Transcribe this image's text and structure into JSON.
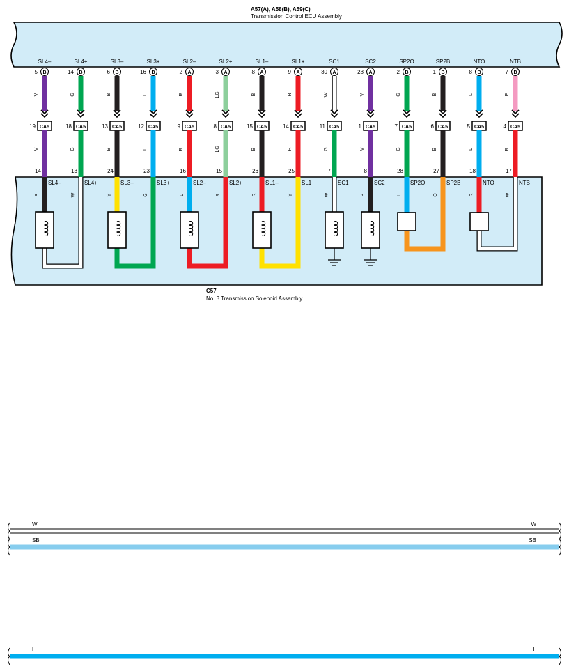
{
  "ecu": {
    "connectors": "A57(A), A58(B), A59(C)",
    "name": "Transmission Control ECU Assembly"
  },
  "solenoid": {
    "code": "C57",
    "name": "No.  3 Transmission Solenoid Assembly"
  },
  "junction_label": "CA5",
  "colors": {
    "V": "#7030a0",
    "G": "#00a651",
    "B": "#231f20",
    "L": "#00aeef",
    "R": "#ed1c24",
    "LG": "#8dcf9c",
    "W": "#ffffff",
    "P": "#f49ac1",
    "Y": "#ffe100",
    "O": "#f7941d",
    "SB": "#87cdee",
    "panel": "#d2ecf8"
  },
  "columns": [
    {
      "signal": "SL4-",
      "ecu_pin": "5",
      "ecu_conn": "B",
      "wire_top": "V",
      "ca5_pin": "19",
      "wire_mid": "V",
      "sol_pin": "14",
      "sol_label": "SL4-",
      "wire_low": "B"
    },
    {
      "signal": "SL4+",
      "ecu_pin": "14",
      "ecu_conn": "B",
      "wire_top": "G",
      "ca5_pin": "18",
      "wire_mid": "G",
      "sol_pin": "13",
      "sol_label": "SL4+",
      "wire_low": "W"
    },
    {
      "signal": "SL3-",
      "ecu_pin": "6",
      "ecu_conn": "B",
      "wire_top": "B",
      "ca5_pin": "13",
      "wire_mid": "B",
      "sol_pin": "24",
      "sol_label": "SL3-",
      "wire_low": "Y"
    },
    {
      "signal": "SL3+",
      "ecu_pin": "16",
      "ecu_conn": "B",
      "wire_top": "L",
      "ca5_pin": "12",
      "wire_mid": "L",
      "sol_pin": "23",
      "sol_label": "SL3+",
      "wire_low": "G"
    },
    {
      "signal": "SL2-",
      "ecu_pin": "2",
      "ecu_conn": "A",
      "wire_top": "R",
      "ca5_pin": "9",
      "wire_mid": "R",
      "sol_pin": "16",
      "sol_label": "SL2-",
      "wire_low": "L"
    },
    {
      "signal": "SL2+",
      "ecu_pin": "3",
      "ecu_conn": "A",
      "wire_top": "LG",
      "ca5_pin": "8",
      "wire_mid": "LG",
      "sol_pin": "15",
      "sol_label": "SL2+",
      "wire_low": "R"
    },
    {
      "signal": "SL1-",
      "ecu_pin": "8",
      "ecu_conn": "A",
      "wire_top": "B",
      "ca5_pin": "15",
      "wire_mid": "B",
      "sol_pin": "26",
      "sol_label": "SL1-",
      "wire_low": "R"
    },
    {
      "signal": "SL1+",
      "ecu_pin": "9",
      "ecu_conn": "A",
      "wire_top": "R",
      "ca5_pin": "14",
      "wire_mid": "R",
      "sol_pin": "25",
      "sol_label": "SL1+",
      "wire_low": "Y"
    },
    {
      "signal": "SC1",
      "ecu_pin": "30",
      "ecu_conn": "A",
      "wire_top": "W",
      "ca5_pin": "11",
      "wire_mid": "G",
      "sol_pin": "7",
      "sol_label": "SC1",
      "wire_low": "W"
    },
    {
      "signal": "SC2",
      "ecu_pin": "28",
      "ecu_conn": "A",
      "wire_top": "V",
      "ca5_pin": "1",
      "wire_mid": "V",
      "sol_pin": "8",
      "sol_label": "SC2",
      "wire_low": "B"
    },
    {
      "signal": "SP2O",
      "ecu_pin": "2",
      "ecu_conn": "B",
      "wire_top": "G",
      "ca5_pin": "7",
      "wire_mid": "G",
      "sol_pin": "28",
      "sol_label": "SP2O",
      "wire_low": "L"
    },
    {
      "signal": "SP2B",
      "ecu_pin": "1",
      "ecu_conn": "B",
      "wire_top": "B",
      "ca5_pin": "6",
      "wire_mid": "B",
      "sol_pin": "27",
      "sol_label": "SP2B",
      "wire_low": "O"
    },
    {
      "signal": "NTO",
      "ecu_pin": "8",
      "ecu_conn": "B",
      "wire_top": "L",
      "ca5_pin": "5",
      "wire_mid": "L",
      "sol_pin": "18",
      "sol_label": "NTO",
      "wire_low": "R"
    },
    {
      "signal": "NTB",
      "ecu_pin": "7",
      "ecu_conn": "B",
      "wire_top": "P",
      "ca5_pin": "4",
      "wire_mid": "R",
      "sol_pin": "17",
      "sol_label": "NTB",
      "wire_low": "W"
    }
  ],
  "legend": [
    {
      "label": "W",
      "color": "W"
    },
    {
      "label": "SB",
      "color": "SB"
    },
    {
      "label": "L",
      "color": "L"
    }
  ]
}
